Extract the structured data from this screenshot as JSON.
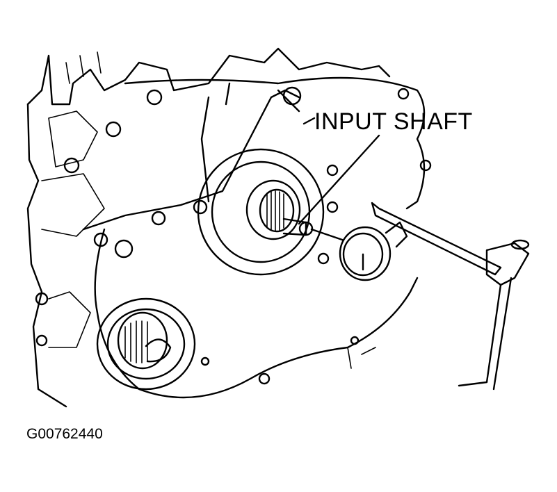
{
  "figure": {
    "callout_label": "INPUT SHAFT",
    "figure_code": "G00762440"
  },
  "icons": {
    "illustration": "transaxle-input-shaft-dial-indicator-drawing"
  },
  "colors": {
    "ink": "#000000",
    "paper": "#ffffff"
  }
}
